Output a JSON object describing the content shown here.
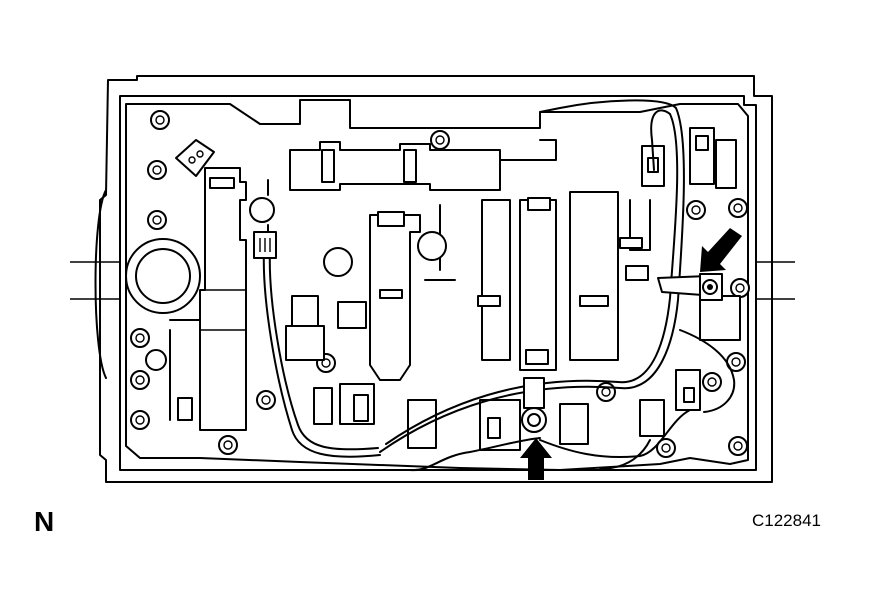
{
  "labels": {
    "orientation_mark": "N",
    "figure_code": "C122841"
  },
  "colors": {
    "line": "#000000",
    "background": "#ffffff"
  },
  "callouts": [
    {
      "name": "arrow-upper-right-bolt",
      "direction": "down-left"
    },
    {
      "name": "arrow-lower-center-bolt",
      "direction": "up"
    }
  ]
}
